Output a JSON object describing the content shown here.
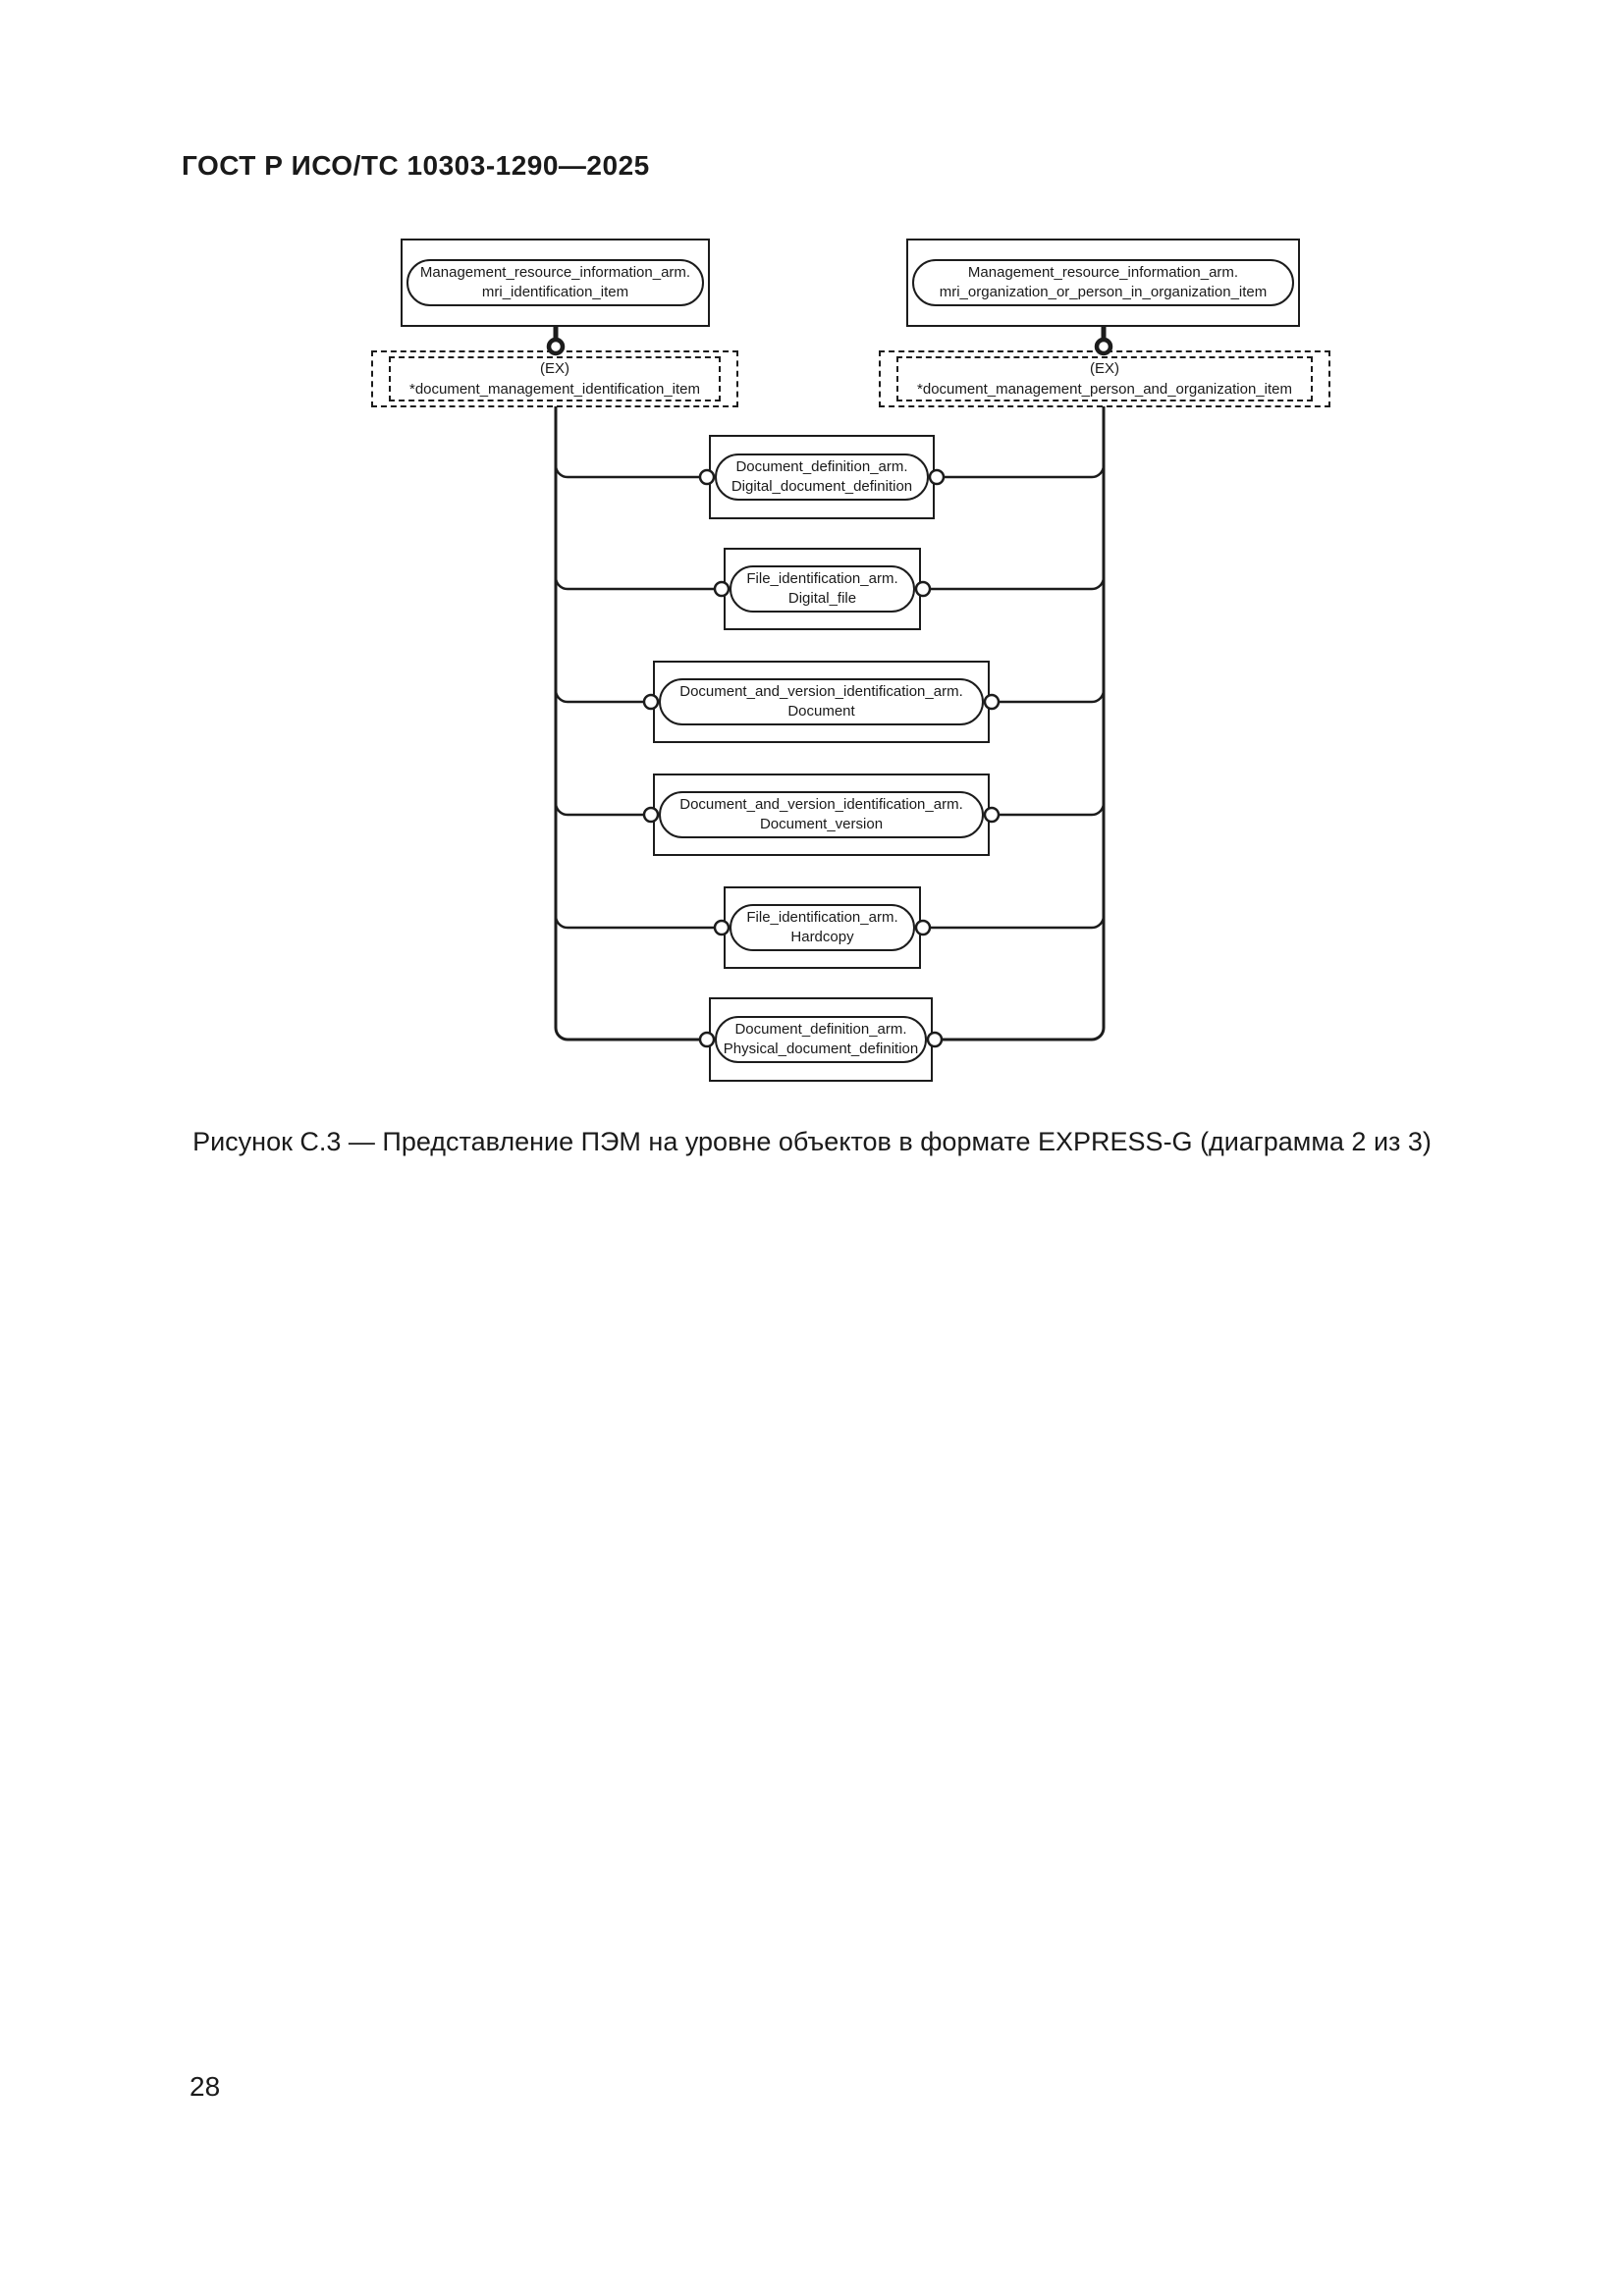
{
  "page": {
    "header": "ГОСТ Р ИСО/ТС 10303-1290—2025",
    "caption": "Рисунок С.3 — Представление ПЭМ на уровне объектов в формате EXPRESS-G (диаграмма 2 из 3)",
    "page_number": "28"
  },
  "diagram": {
    "top_nodes": [
      {
        "line1": "Management_resource_information_arm.",
        "line2": "mri_identification_item"
      },
      {
        "line1": "Management_resource_information_arm.",
        "line2": "mri_organization_or_person_in_organization_item"
      }
    ],
    "select_nodes": [
      {
        "line1": "(EX)",
        "line2": "*document_management_identification_item"
      },
      {
        "line1": "(EX)",
        "line2": "*document_management_person_and_organization_item"
      }
    ],
    "entity_nodes": [
      {
        "line1": "Document_definition_arm.",
        "line2": "Digital_document_definition"
      },
      {
        "line1": "File_identification_arm.",
        "line2": "Digital_file"
      },
      {
        "line1": "Document_and_version_identification_arm.",
        "line2": "Document"
      },
      {
        "line1": "Document_and_version_identification_arm.",
        "line2": "Document_version"
      },
      {
        "line1": "File_identification_arm.",
        "line2": "Hardcopy"
      },
      {
        "line1": "Document_definition_arm.",
        "line2": "Physical_document_definition"
      }
    ]
  }
}
